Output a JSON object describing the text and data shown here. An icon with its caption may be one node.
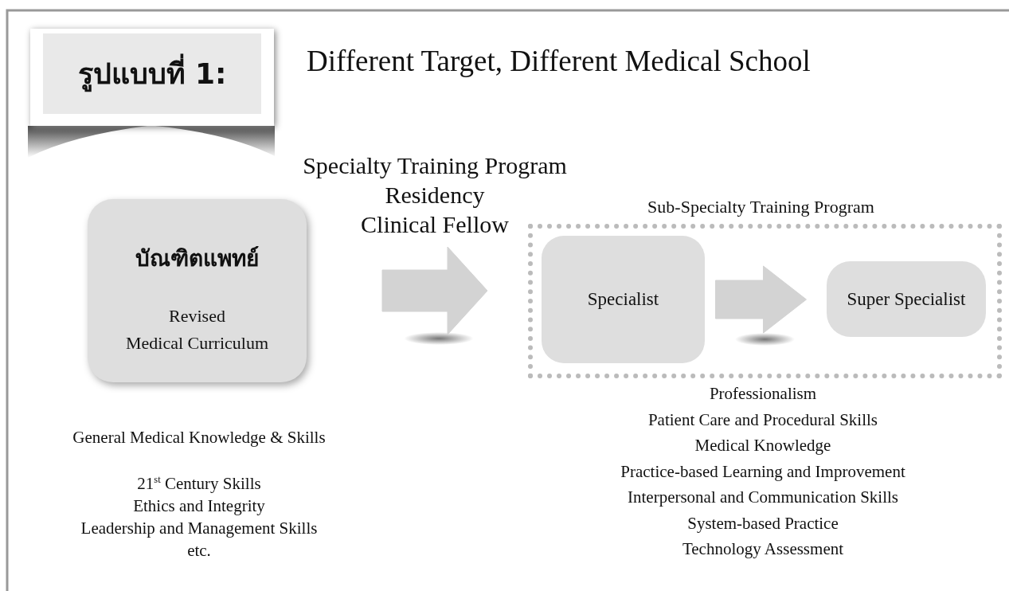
{
  "diagram": {
    "title": "Different Target, Different Medical School",
    "nodes": [
      {
        "text": [
          "รูปแบบที่ 1:"
        ]
      },
      {
        "text": [
          "บัณฑิตแพทย์",
          "Revised Medical Curriculum"
        ],
        "beside": [
          "General Medical Knowledge & Skills",
          "21$^{st}$ Century Skills",
          "Ethics and Integrity",
          "Leadership and Management Skills",
          "etc."
        ]
      },
      {
        "text": [
          "Sub-Specialty Training Program"
        ],
        "beside": [
          "Professionalism",
          "Patient Care and Procedural Skills",
          "Medical Knowledge",
          "Practice-based Learning and Improvement",
          "Interpersonal and Communication Skills",
          "System-based Practice",
          "Technology Assessment"
        ]
      },
      {
        "text": [
          "Specialist"
        ],
        "in": 2
      },
      {
        "text": [
          "Super Specialist"
        ],
        "in": 2
      }
    ],
    "edges": [
      {
        "from": 1,
        "to": 2,
        "arrow": "to",
        "label": "Specialty Training Program Residency Clinical Fellow"
      },
      {
        "from": 3,
        "to": 4,
        "arrow": "to"
      }
    ]
  }
}
